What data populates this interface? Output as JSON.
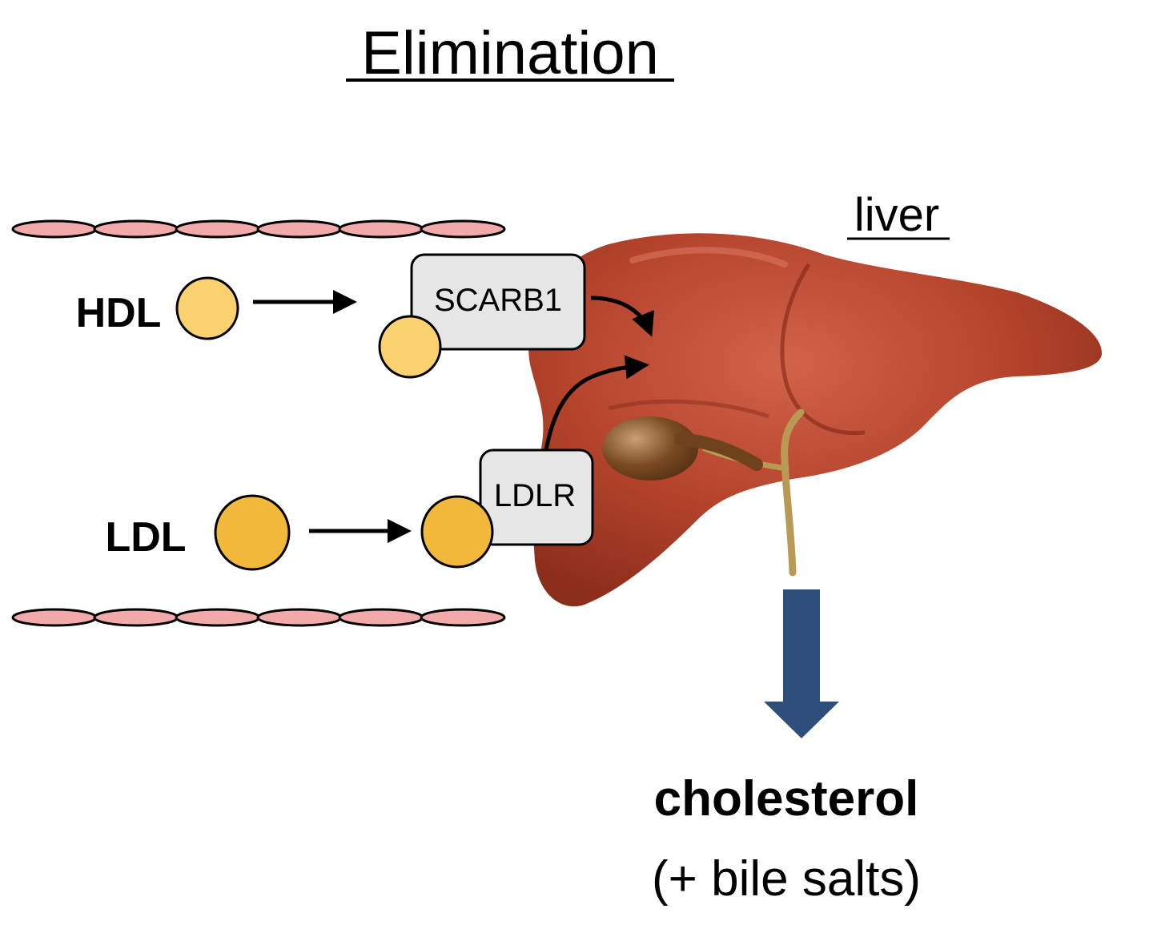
{
  "diagram": {
    "title": "Elimination",
    "organ_label": "liver",
    "lipoproteins": {
      "hdl": "HDL",
      "ldl": "LDL"
    },
    "receptors": {
      "scarb1": "SCARB1",
      "ldlr": "LDLR"
    },
    "output": {
      "main": "cholesterol",
      "sub": "(+ bile salts)"
    },
    "colors": {
      "hdl_particle": "#f9d16f",
      "ldl_particle": "#f2b83a",
      "receptor_box": "#e6e6e6",
      "vessel_cell": "#f2a9a9",
      "liver": "#b5442c",
      "gallbladder": "#7a4a22",
      "output_arrow": "#2e4f7a"
    }
  }
}
